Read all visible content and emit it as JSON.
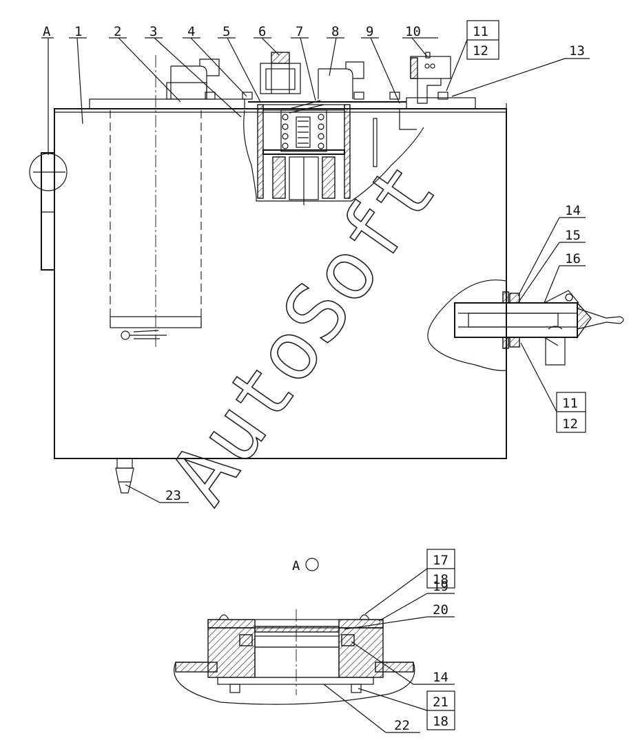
{
  "drawing": {
    "callouts_top": [
      "A",
      "1",
      "2",
      "3",
      "4",
      "5",
      "6",
      "7",
      "8",
      "9",
      "10",
      "11",
      "12",
      "13"
    ],
    "callouts_right": [
      "14",
      "15",
      "16",
      "11",
      "12"
    ],
    "callout_bottom_left": "23",
    "detail_title": "A",
    "callouts_detail": [
      "17",
      "18",
      "19",
      "20",
      "14",
      "21",
      "18",
      "22"
    ],
    "watermark": "AutoSoft"
  }
}
